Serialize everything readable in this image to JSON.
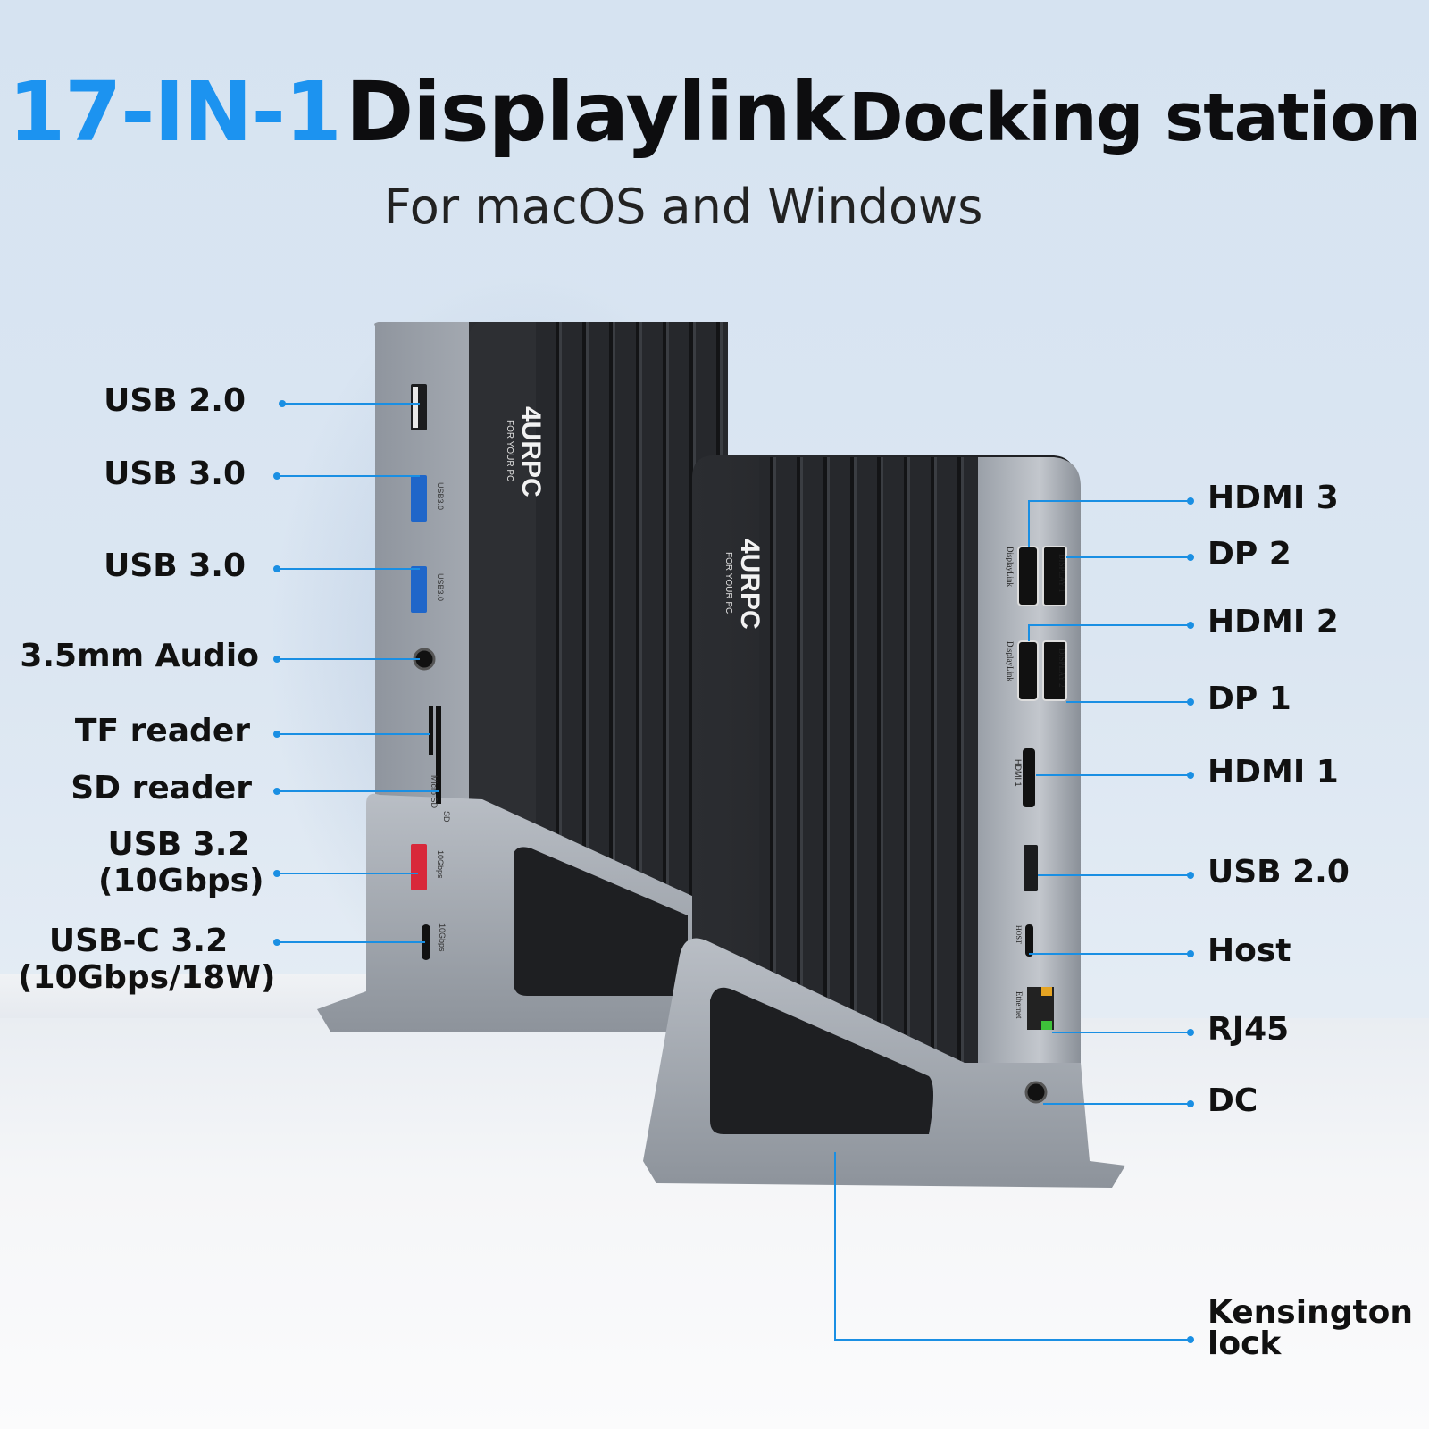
{
  "title": {
    "part1": "17-IN-1",
    "part2": "Displaylink",
    "part3": "Docking station"
  },
  "subtitle": "For macOS and Windows",
  "brand": {
    "logo": "4URPC",
    "tagline": "FOR YOUR PC"
  },
  "port_print": {
    "usb30": "USB3.0",
    "gbps": "10Gbps",
    "micro_sd": "Micro SD",
    "sd": "SD",
    "display1": "DISPLAY 1",
    "display2": "DISPLAY 2",
    "displaylink": "DisplayLink",
    "hdmi1": "HDMI 1",
    "host": "HOST",
    "ethernet": "Ethernet"
  },
  "left_ports": [
    {
      "label": "USB 2.0"
    },
    {
      "label": "USB 3.0"
    },
    {
      "label": "USB 3.0"
    },
    {
      "label": "3.5mm Audio"
    },
    {
      "label": "TF reader"
    },
    {
      "label": "SD reader"
    },
    {
      "label": "USB 3.2\n(10Gbps)"
    },
    {
      "label": "USB-C 3.2\n(10Gbps/18W)"
    }
  ],
  "right_ports": [
    {
      "label": "HDMI 3"
    },
    {
      "label": "DP 2"
    },
    {
      "label": "HDMI 2"
    },
    {
      "label": "DP 1"
    },
    {
      "label": "HDMI 1"
    },
    {
      "label": "USB 2.0"
    },
    {
      "label": "Host"
    },
    {
      "label": "RJ45"
    },
    {
      "label": "DC"
    },
    {
      "label": "Kensington\nlock"
    }
  ],
  "colors": {
    "accent": "#1c93f0",
    "line": "#1a8fe3",
    "text": "#0d0d0f",
    "usb3": "#1f66c9",
    "usb32": "#d8283a",
    "led": "#3ec23a"
  }
}
